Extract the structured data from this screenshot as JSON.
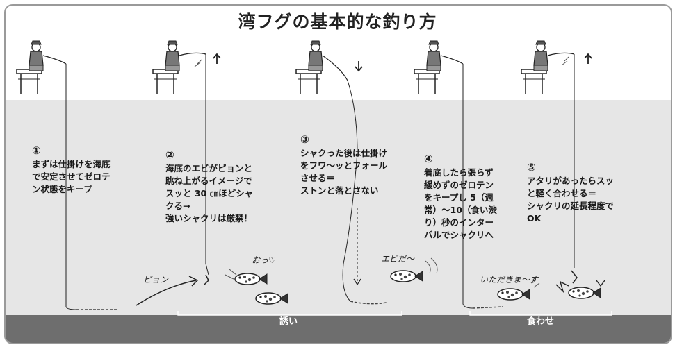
{
  "title": "湾フグの基本的な釣り方",
  "steps": [
    {
      "num": "①",
      "lines": [
        "まずは仕掛けを海底",
        "で安定させてゼロテ",
        "ン状態をキープ"
      ]
    },
    {
      "num": "②",
      "lines": [
        "海底のエビがピョンと",
        "跳ね上がるイメージで",
        "スッと 30 ㎝ほどシャ",
        "クる→",
        "強いシャクリは厳禁！"
      ]
    },
    {
      "num": "③",
      "lines": [
        "シャクった後は仕掛け",
        "をフワ〜ッとフォール",
        "させる＝",
        "ストンと落とさない"
      ]
    },
    {
      "num": "④",
      "lines": [
        "着底したら張らず",
        "緩めずのゼロテン",
        "をキープし 5（週",
        "常）〜10（食い渋",
        "り）秒のインター",
        "バルでシャクリへ"
      ]
    },
    {
      "num": "⑤",
      "lines": [
        "アタリがあったらスッ",
        "と軽く合わせる＝",
        "シャクリの延長程度で",
        "OK"
      ]
    }
  ],
  "phases": {
    "lure": "誘い",
    "bite": "食わせ"
  },
  "annotations": {
    "pyon": "ピョン",
    "ott": "おっ♡",
    "ebi": "エビだ〜",
    "itadaki": "いただきま〜す"
  },
  "colors": {
    "water": "#e6e6e6",
    "seabed": "#6e6e6e",
    "frame": "#9a9a9a",
    "ink": "#1a1a1a"
  }
}
